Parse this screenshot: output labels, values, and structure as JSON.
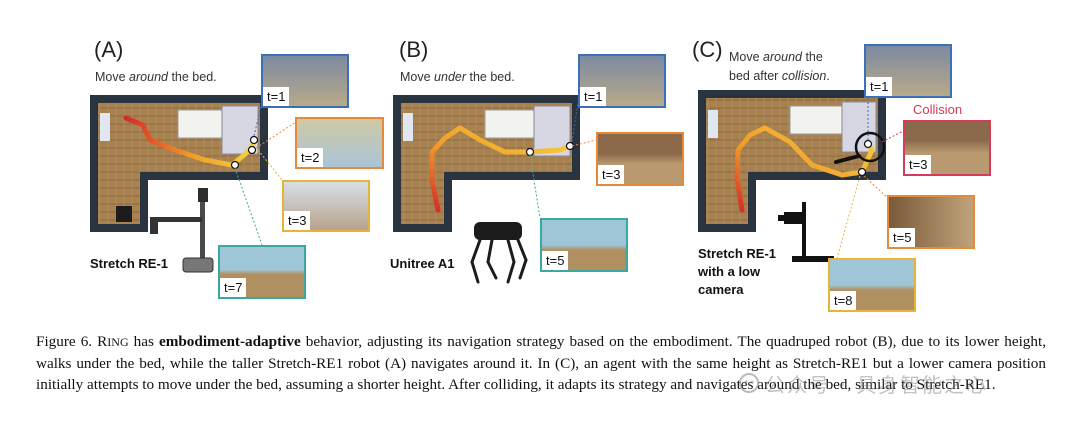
{
  "panels": [
    {
      "letter": "(A)",
      "caption_parts": [
        "Move ",
        "around",
        " the bed."
      ],
      "robot": "Stretch RE-1",
      "thumbs": [
        "t=1",
        "t=2",
        "t=3",
        "t=7"
      ]
    },
    {
      "letter": "(B)",
      "caption_parts": [
        "Move ",
        "under",
        " the bed."
      ],
      "robot": "Unitree A1",
      "thumbs": [
        "t=1",
        "t=3",
        "t=5"
      ]
    },
    {
      "letter": "(C)",
      "caption_parts": [
        "Move ",
        "around",
        " the",
        "bed after ",
        "collision",
        "."
      ],
      "robot_lines": [
        "Stretch RE-1",
        "with a low",
        "camera"
      ],
      "collision_label": "Collision",
      "thumbs": [
        "t=1",
        "t=3",
        "t=5",
        "t=8"
      ]
    }
  ],
  "figure_caption": {
    "prefix": "Figure 6. ",
    "ring_r": "R",
    "ring_rest": "ING",
    "has": " has ",
    "bold": "embodiment-adaptive",
    "rest": " behavior, adjusting its navigation strategy based on the embodiment. The quadruped robot (B), due to its lower height, walks under the bed, while the taller Stretch-RE1 robot (A) navigates around it. In (C), an agent with the same height as Stretch-RE1 but a lower camera position initially attempts to move under the bed, assuming a shorter height. After colliding, it adapts its strategy and navigates around the bed, similar to Stretch-RE1."
  },
  "watermark": "公众号 · 具身智能之心",
  "colors": {
    "thumb_blue": "#3b6fb6",
    "thumb_orange": "#e8893a",
    "thumb_red": "#d63a5a",
    "thumb_yellow": "#e5b53a",
    "thumb_teal": "#3aa7a0",
    "path_start": "#d52a2a",
    "path_end": "#f5d340"
  }
}
